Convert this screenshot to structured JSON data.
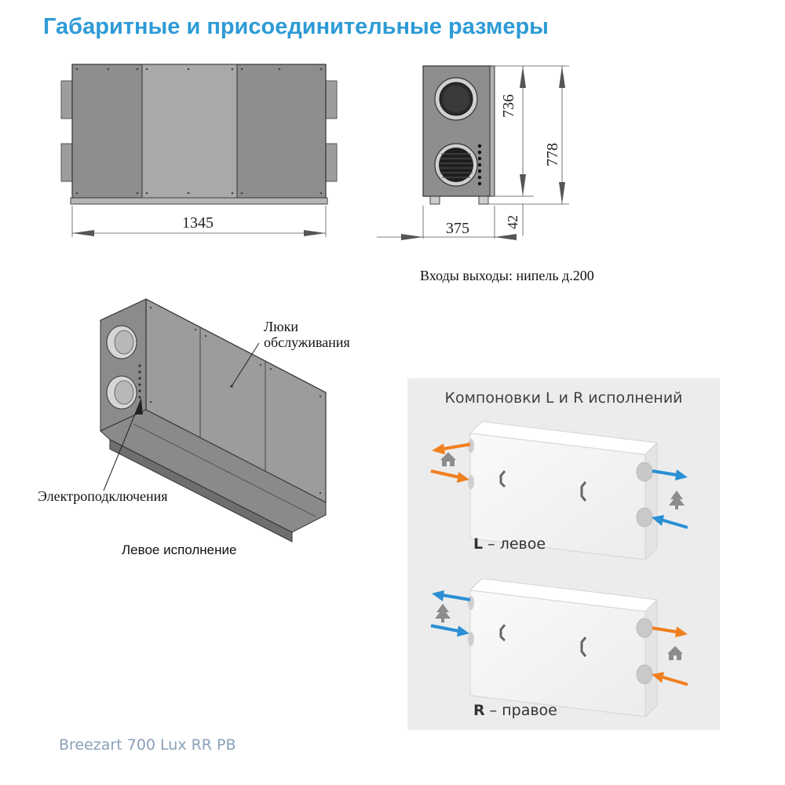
{
  "title": "Габаритные и присоединительные размеры",
  "front_view": {
    "width_label": "1345"
  },
  "side_view": {
    "height_body_label": "736",
    "height_total_label": "778",
    "legs_label": "42",
    "depth_label": "375"
  },
  "inlet_note": "Входы выходы: нипель д.200",
  "iso_view": {
    "hatches_label_line1": "Люки",
    "hatches_label_line2": "обслуживания",
    "electric_label": "Электроподключения",
    "caption": "Левое исполнение"
  },
  "layouts": {
    "title": "Компоновки L и R исполнений",
    "left": {
      "letter": "L",
      "text": " – левое"
    },
    "right": {
      "letter": "R",
      "text": " – правое"
    },
    "colors": {
      "warm": "#f07f1f",
      "cold": "#2a8fd4",
      "icon": "#8c8c8c"
    }
  },
  "footer": "Breezart 700 Lux RR PB"
}
